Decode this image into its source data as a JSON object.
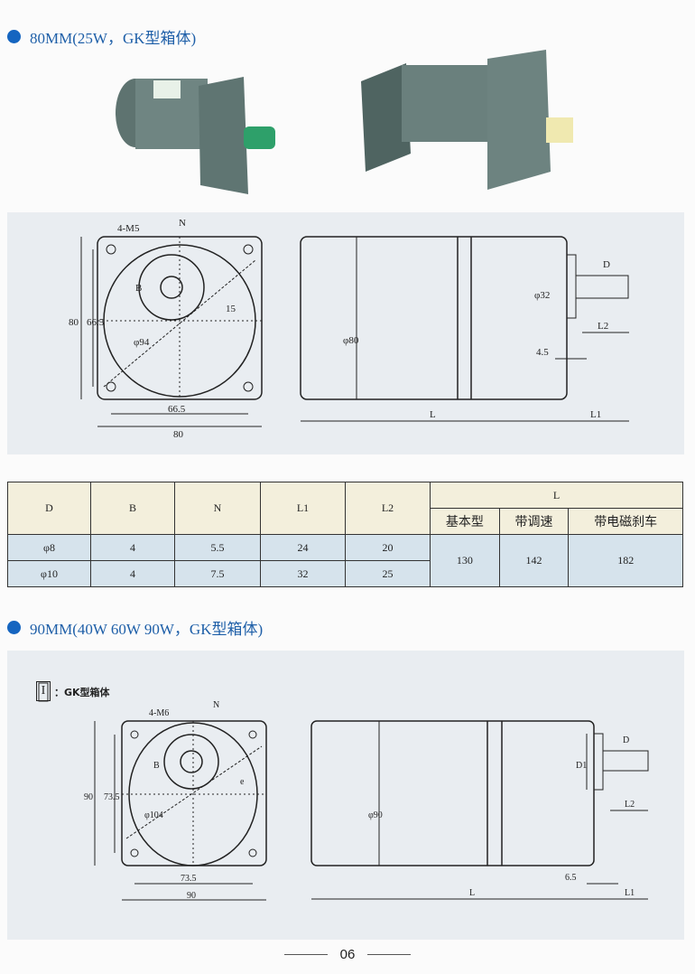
{
  "section1": {
    "title": "80MM(25W，GK型箱体)"
  },
  "drawing1": {
    "holes": "4-M5",
    "n": "N",
    "b": "B",
    "d15": "15",
    "d66": "66.5",
    "d80": "80",
    "phi94": "φ94",
    "w66": "66.5",
    "w80": "80",
    "phi80": "φ80",
    "phi32": "φ32",
    "d": "D",
    "l2": "L2",
    "d45": "4.5",
    "l": "L",
    "l1": "L1"
  },
  "table": {
    "headers": [
      "D",
      "B",
      "N",
      "L1",
      "L2"
    ],
    "l_header": "L",
    "l_sub": [
      "基本型",
      "带调速",
      "带电磁刹车"
    ],
    "rows": [
      [
        "φ8",
        "4",
        "5.5",
        "24",
        "20"
      ],
      [
        "φ10",
        "4",
        "7.5",
        "32",
        "25"
      ]
    ],
    "l_values": [
      "130",
      "142",
      "182"
    ]
  },
  "section2": {
    "title": "90MM(40W  60W  90W，GK型箱体)"
  },
  "drawing2": {
    "box_label": "I",
    "caption": "：GK型箱体",
    "holes": "4-M6",
    "n": "N",
    "b": "B",
    "e": "e",
    "d73": "73.5",
    "d90": "90",
    "phi104": "φ104",
    "w73": "73.5",
    "w90": "90",
    "phi90": "φ90",
    "d1": "D1",
    "d": "D",
    "l2": "L2",
    "d65": "6.5",
    "l": "L",
    "l1": "L1"
  },
  "footer": {
    "page": "06"
  },
  "colors": {
    "accent": "#1565c0",
    "header_bg": "#f3efdc",
    "row_bg": "#d6e3ec",
    "panel_bg": "#e9edf1"
  }
}
